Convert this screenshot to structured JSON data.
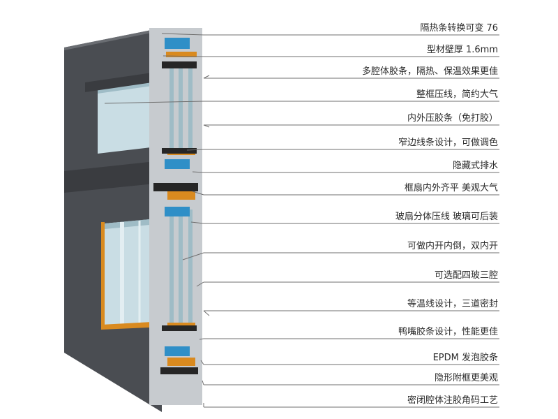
{
  "diagram": {
    "subject": "Aluminium window profile cross-section",
    "features": [
      {
        "label": "隔热条转换可变 76"
      },
      {
        "label": "型材壁厚 1.6mm"
      },
      {
        "label": "多腔体胶条，隔热、保温效果更佳"
      },
      {
        "label": "整框压线，简约大气"
      },
      {
        "label": "内外压胶条（免打胶）"
      },
      {
        "label": "窄边线条设计，可做调色"
      },
      {
        "label": "隐藏式排水"
      },
      {
        "label": "框扇内外齐平  美观大气"
      },
      {
        "label": "玻扇分体压线 玻璃可后装"
      },
      {
        "label": "可做内开内倒，双内开"
      },
      {
        "label": "可选配四玻三腔"
      },
      {
        "label": "等温线设计，三道密封"
      },
      {
        "label": "鸭嘴胶条设计，性能更佳"
      },
      {
        "label": "EPDM 发泡胶条"
      },
      {
        "label": "隐形附框更美观"
      },
      {
        "label": "密闭腔体注胶角码工艺"
      }
    ],
    "colors": {
      "frame": "#4a4d52",
      "frame_dark": "#3a3c40",
      "frame_edge": "#6a6d72",
      "glass": "#c9dde4",
      "glass_dark": "#9fbcc6",
      "aluminium": "#c7cbcf",
      "thermal_break": "#2f8fc7",
      "gasket": "#262626",
      "foam": "#d98a1f",
      "leader": "#6f6f6f"
    }
  }
}
